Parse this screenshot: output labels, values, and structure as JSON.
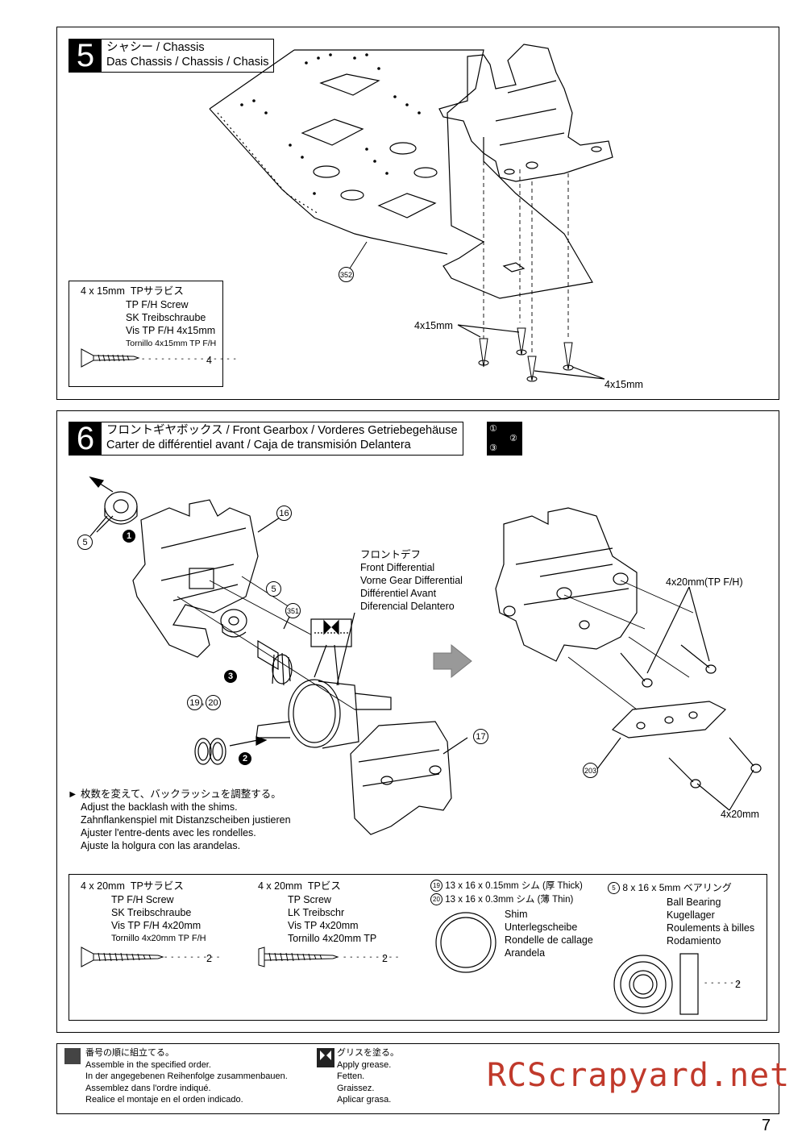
{
  "step5": {
    "number": "5",
    "title_line1": "シャシー / Chassis",
    "title_line2": "Das Chassis / Chassis / Chasis",
    "part_number": "352",
    "callout_upper": "4x15mm",
    "callout_lower": "4x15mm",
    "parts_box": {
      "size": "4 x 15mm",
      "jp": "TPサラビス",
      "lines": [
        "TP F/H Screw",
        "SK Treibschraube",
        "Vis TP F/H 4x15mm",
        "Tornillo 4x15mm TP F/H"
      ],
      "qty": "4"
    }
  },
  "step6": {
    "number": "6",
    "title_line1": "フロントギヤボックス / Front Gearbox / Vorderes Getriebegehäuse",
    "title_line2": "Carter de différentiel avant / Caja de transmisión Delantera",
    "order_icon": [
      "①",
      "②",
      "③"
    ],
    "parts_left": [
      "5",
      "16",
      "5",
      "351",
      "19",
      "20",
      "17"
    ],
    "steps": [
      "1",
      "2",
      "3"
    ],
    "diff_label": [
      "フロントデフ",
      "Front Differential",
      "Vorne Gear Differential",
      "Différentiel Avant",
      "Diferencial Delantero"
    ],
    "right_callout_top": "4x20mm(TP F/H)",
    "right_callout_bottom": "4x20mm",
    "right_part": "203",
    "backlash_note": [
      "枚数を変えて、バックラッシュを調整する。",
      "Adjust the backlash with the shims.",
      "Zahnflankenspiel mit Distanzscheiben justieren",
      "Ajuster l'entre-dents avec les rondelles.",
      "Ajuste la holgura con las arandelas."
    ],
    "parts": {
      "screw_fh": {
        "size": "4 x 20mm",
        "jp": "TPサラビス",
        "lines": [
          "TP F/H Screw",
          "SK Treibschraube",
          "Vis TP F/H 4x20mm",
          "Tornillo 4x20mm TP F/H"
        ],
        "qty": "2"
      },
      "screw_tp": {
        "size": "4 x 20mm",
        "jp": "TPビス",
        "lines": [
          "TP Screw",
          "LK Treibschr",
          "Vis TP 4x20mm",
          "Tornillo 4x20mm TP"
        ],
        "qty": "2"
      },
      "shim": {
        "n1": "19",
        "l1": "13 x 16 x 0.15mm シム (厚 Thick)",
        "n2": "20",
        "l2": "13 x 16 x 0.3mm シム (薄 Thin)",
        "lines": [
          "Shim",
          "Unterlegscheibe",
          "Rondelle de callage",
          "Arandela"
        ]
      },
      "bearing": {
        "n": "5",
        "l": "8 x 16 x 5mm ベアリング",
        "lines": [
          "Ball Bearing",
          "Kugellager",
          "Roulements à billes",
          "Rodamiento"
        ],
        "qty": "2"
      }
    }
  },
  "footer": {
    "order": [
      "番号の順に組立てる。",
      "Assemble in the specified order.",
      "In der angegebenen Reihenfolge zusammenbauen.",
      "Assemblez dans l'ordre indiqué.",
      "Realice el montaje en el orden indicado."
    ],
    "grease": [
      "グリスを塗る。",
      "Apply grease.",
      "Fetten.",
      "Graissez.",
      "Aplicar grasa."
    ]
  },
  "watermark": "RCScrapyard.net",
  "page_number": "7"
}
